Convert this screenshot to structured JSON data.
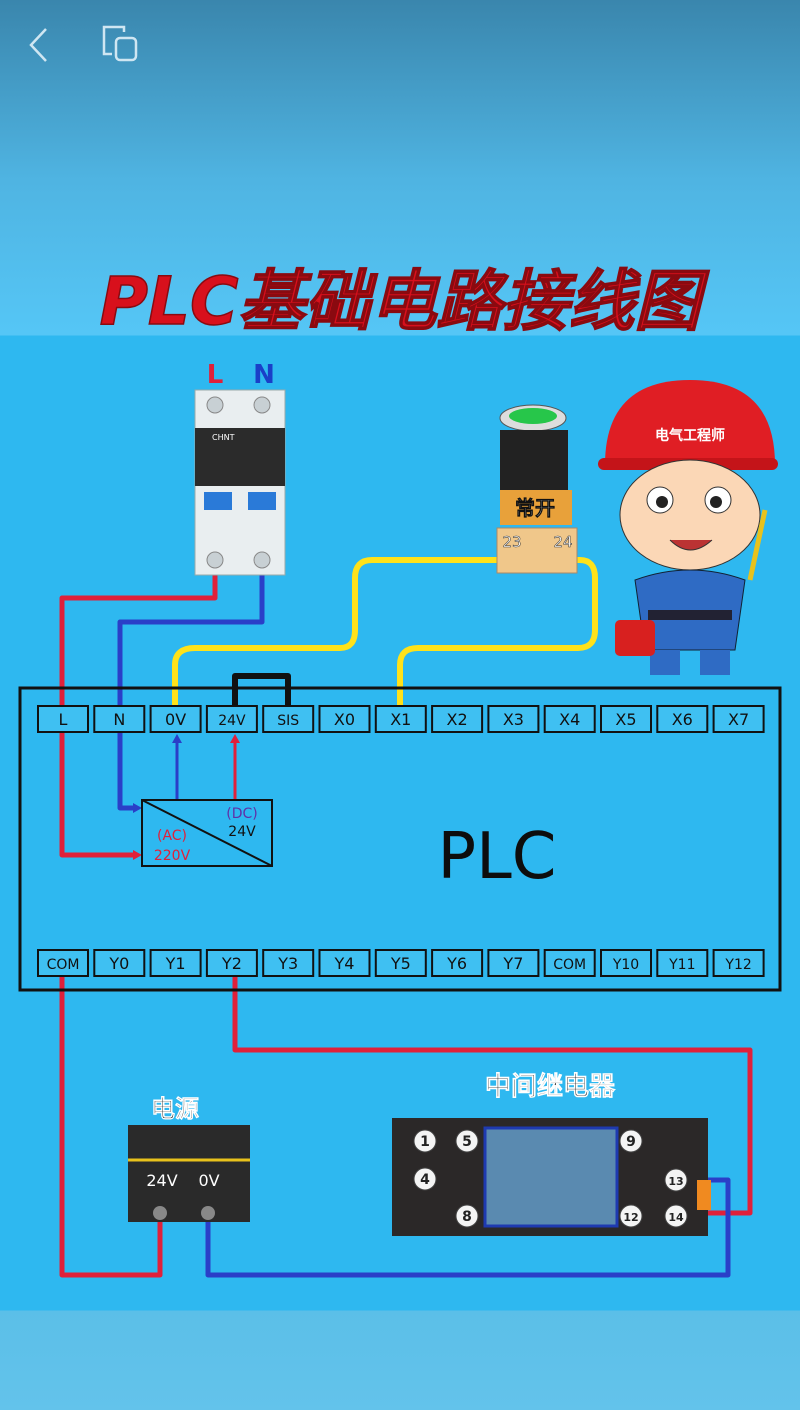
{
  "topbar": {
    "back_icon": "chevron-left-icon",
    "screen_icon": "devices-icon"
  },
  "title": "PLC基础电路接线图",
  "breaker": {
    "label_l": "L",
    "label_n": "N",
    "brand": "CHNT"
  },
  "push_button": {
    "label": "常开",
    "pin_a": "23",
    "pin_b": "24"
  },
  "engineer": {
    "helmet_text": "电气工程师"
  },
  "plc": {
    "name": "PLC",
    "top_terminals": [
      "L",
      "N",
      "0V",
      "24V",
      "SIS",
      "X0",
      "X1",
      "X2",
      "X3",
      "X4",
      "X5",
      "X6",
      "X7"
    ],
    "bottom_terminals": [
      "COM",
      "Y0",
      "Y1",
      "Y2",
      "Y3",
      "Y4",
      "Y5",
      "Y6",
      "Y7",
      "COM",
      "Y10",
      "Y11",
      "Y12"
    ],
    "converter": {
      "ac": "(AC)",
      "ac_v": "220V",
      "dc": "(DC)",
      "dc_v": "24V"
    }
  },
  "power_supply": {
    "title": "电源",
    "v24": "24V",
    "v0": "0V"
  },
  "relay": {
    "title": "中间继电器",
    "pins": [
      "1",
      "4",
      "5",
      "8",
      "9",
      "12",
      "13",
      "14"
    ]
  },
  "colors": {
    "title": "#d8101c",
    "wire_live": "#e0203a",
    "wire_neutral": "#2a3ec8",
    "wire_signal": "#ffe21a",
    "background": "#2eb8f0"
  }
}
